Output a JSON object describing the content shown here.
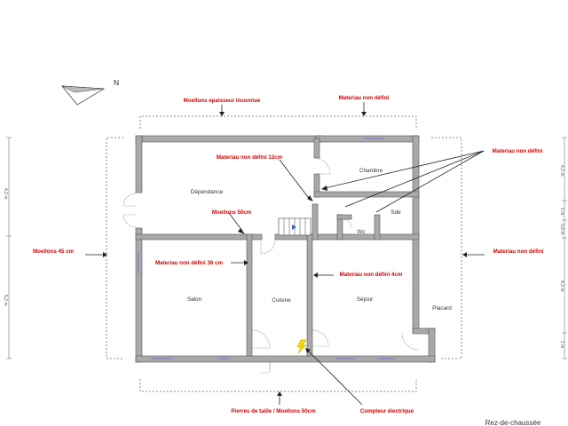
{
  "north_label": "N",
  "floor_label": "Rez-de-chaussée",
  "rooms": {
    "dependance": "Dépendance",
    "chambre": "Chambre",
    "sde": "Sde",
    "wc": "Wc",
    "salon": "Salon",
    "cuisine": "Cuisine",
    "sejour": "Séjour",
    "placard": "Placard"
  },
  "annotations": {
    "moellons_inconnue": "Moellons epaisseur inconnue",
    "materiau_top": "Materiau non défini",
    "materiau_12": "Materiau non défini 12cm",
    "materiau_right_top": "Materiau non défini",
    "moellons_50": "Moellons 50cm",
    "moellons_45": "Moellons 45 cm",
    "materiau_right_mid": "Materiau non défini",
    "materiau_36": "Materiau non défini 36 cm",
    "materiau_4": "Materiau non défini 4cm",
    "pierres": "Pierres de taille / Moellons 50cm",
    "compteur": "Compteur électrique"
  },
  "dimensions": {
    "left_top": "4,2 m",
    "left_bottom": "5,2 m",
    "right_1": "4,2 m",
    "right_2": "1 m",
    "right_3": "0,8 m",
    "right_4": "4,2 m",
    "right_5": "1 m"
  },
  "colors": {
    "annotation": "#d40000",
    "wall_fill": "#a9a9a9",
    "window": "#8080c8",
    "meter_icon": "#f5d800"
  }
}
